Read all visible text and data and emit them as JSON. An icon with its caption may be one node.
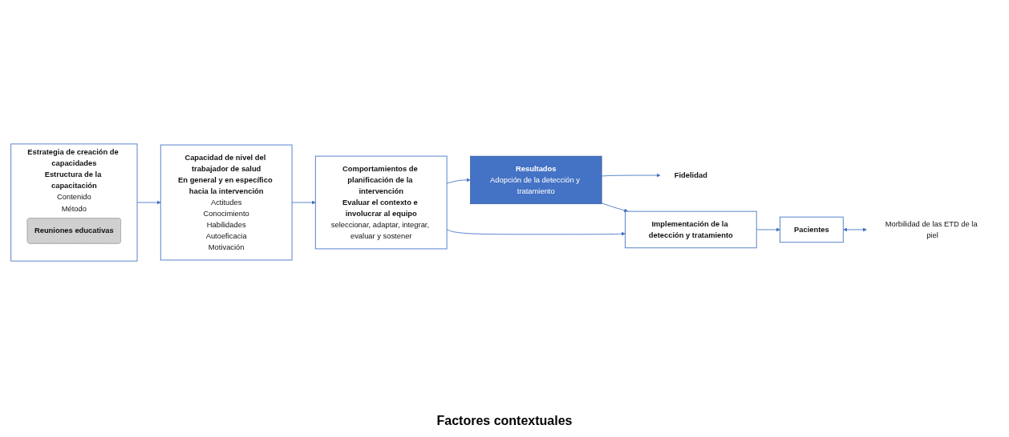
{
  "diagram": {
    "nodes": [
      {
        "text": [
          "Estrategia de creación de capacidades",
          "Estructura de la capacitación",
          "Contenido",
          "Método"
        ]
      },
      {
        "text": [
          "Reuniones educativas"
        ],
        "in": 0
      },
      {
        "text": [
          "Capacidad de nivel del trabajador de salud",
          "En general y en específico hacia la intervención",
          "Actitudes",
          "Conocimiento",
          "Habilidades",
          "Autoeficacia",
          "Motivación"
        ]
      },
      {
        "text": [
          "Comportamientos de planificación de la intervención",
          "Evaluar el contexto e involucrar al equipo",
          "seleccionar, adaptar, integrar, evaluar y sostener"
        ]
      },
      {
        "text": [
          "Resultados",
          "Adopción de la detección y tratamiento"
        ]
      },
      {
        "text": [
          "Fidelidad"
        ]
      },
      {
        "text": [
          "Implementación de la detección y tratamiento"
        ]
      },
      {
        "text": [
          "Pacientes"
        ]
      },
      {
        "text": [
          "Morbilidad de las ETD de la piel"
        ]
      }
    ],
    "edges": [
      {
        "from": 0,
        "to": 2,
        "arrow": "to"
      },
      {
        "from": 2,
        "to": 3,
        "arrow": "to"
      },
      {
        "from": 3,
        "to": 4,
        "arrow": "to"
      },
      {
        "from": 3,
        "to": 6,
        "arrow": "to"
      },
      {
        "from": 4,
        "to": 5,
        "arrow": "to"
      },
      {
        "from": 4,
        "to": 6,
        "arrow": "to"
      },
      {
        "from": 6,
        "to": 7,
        "arrow": "to"
      },
      {
        "from": 7,
        "to": 8,
        "arrow": "both"
      }
    ],
    "labels": [
      "Factores contextuales"
    ]
  }
}
